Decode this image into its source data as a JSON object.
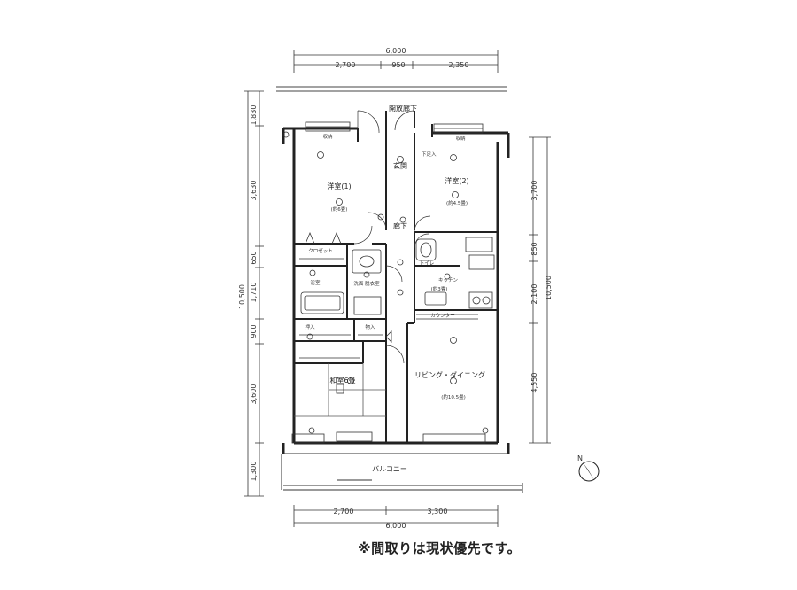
{
  "dims": {
    "top_total": "6,000",
    "top_a": "2,700",
    "top_b": "950",
    "top_c": "2,350",
    "bottom_a": "2,700",
    "bottom_b": "3,300",
    "bottom_total": "6,000",
    "left_1": "1,830",
    "left_2": "3,630",
    "left_3": "650",
    "left_4": "1,710",
    "left_5": "900",
    "left_6": "3,600",
    "left_7": "1,300",
    "left_total": "10,500",
    "right_1": "3,700",
    "right_2": "850",
    "right_3": "2,100",
    "right_4": "4,550",
    "right_total": "10,500"
  },
  "rooms": {
    "corridor": "開放廊下",
    "western1": "洋室(1)",
    "western1_size": "(約6畳)",
    "western2": "洋室(2)",
    "western2_size": "(約4.5畳)",
    "entrance": "玄関",
    "hallway": "廊下",
    "closet": "クロゼット",
    "bath": "浴室",
    "washroom": "洗面\n脱衣室",
    "toilet": "トイレ",
    "kitchen": "キッチン",
    "kitchen_size": "(約3畳)",
    "counter": "カウンター",
    "oshiire": "押入",
    "storage": "物入",
    "washitsu": "和室6畳",
    "living": "リビング・ダイニング",
    "living_size": "(約10.5畳)",
    "balcony": "バルコニー",
    "shoe": "下足入"
  },
  "compass": "N",
  "note": "※間取りは現状優先です。"
}
